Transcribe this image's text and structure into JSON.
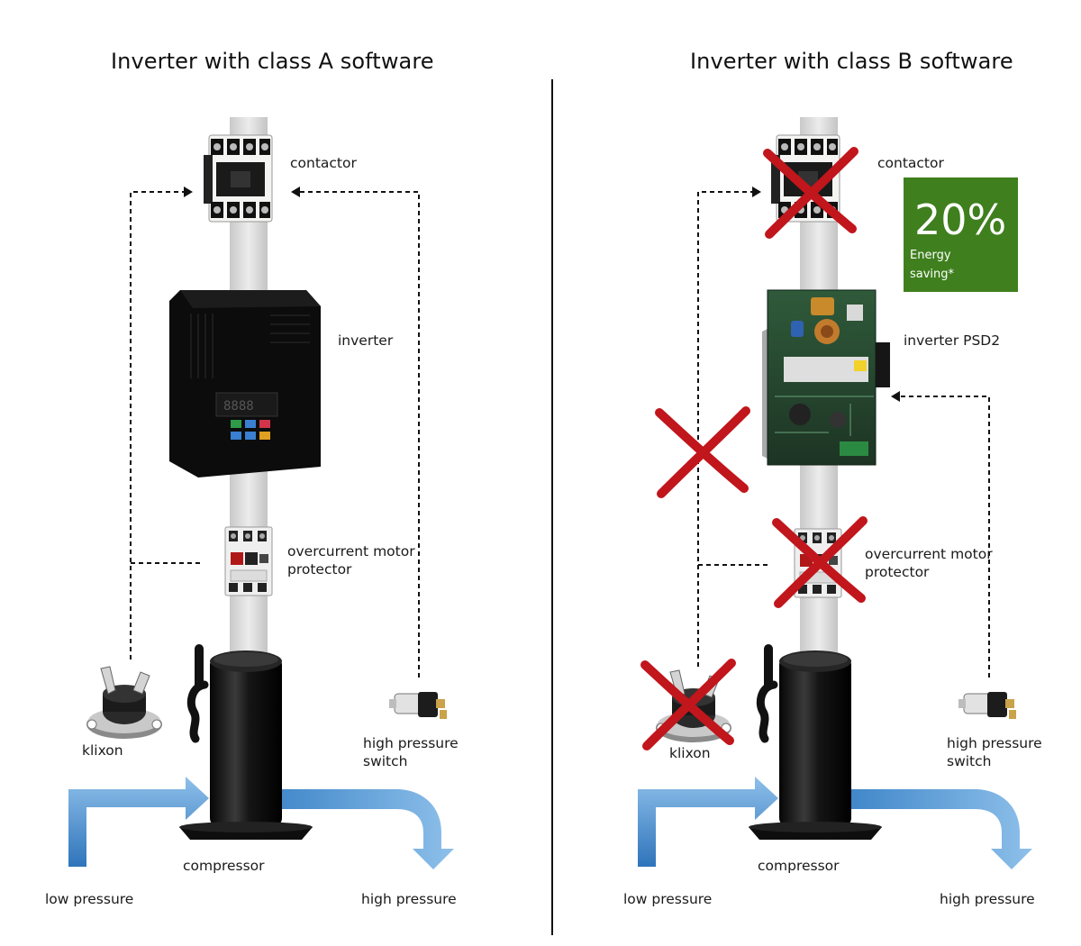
{
  "panel_a": {
    "title": "Inverter with class A software",
    "contactor": "contactor",
    "inverter": "inverter",
    "protector_line1": "overcurrent motor",
    "protector_line2": "protector",
    "klixon": "klixon",
    "hps_line1": "high pressure",
    "hps_line2": "switch",
    "compressor": "compressor",
    "low_pressure": "low pressure",
    "high_pressure": "high pressure"
  },
  "panel_b": {
    "title": "Inverter with class B software",
    "contactor": "contactor",
    "inverter": "inverter PSD2",
    "protector_line1": "overcurrent motor",
    "protector_line2": "protector",
    "klixon": "klixon",
    "hps_line1": "high pressure",
    "hps_line2": "switch",
    "compressor": "compressor",
    "low_pressure": "low pressure",
    "high_pressure": "high pressure",
    "badge": {
      "value": "20%",
      "line1": "Energy",
      "line2": "saving*"
    },
    "removed": [
      "contactor",
      "dashed-link",
      "overcurrent motor protector",
      "klixon"
    ]
  },
  "colors": {
    "cross": "#c0161c",
    "badge": "#3f7f1e",
    "flow_arrow": "#3f86c9",
    "cable": "#d9d9d9"
  }
}
